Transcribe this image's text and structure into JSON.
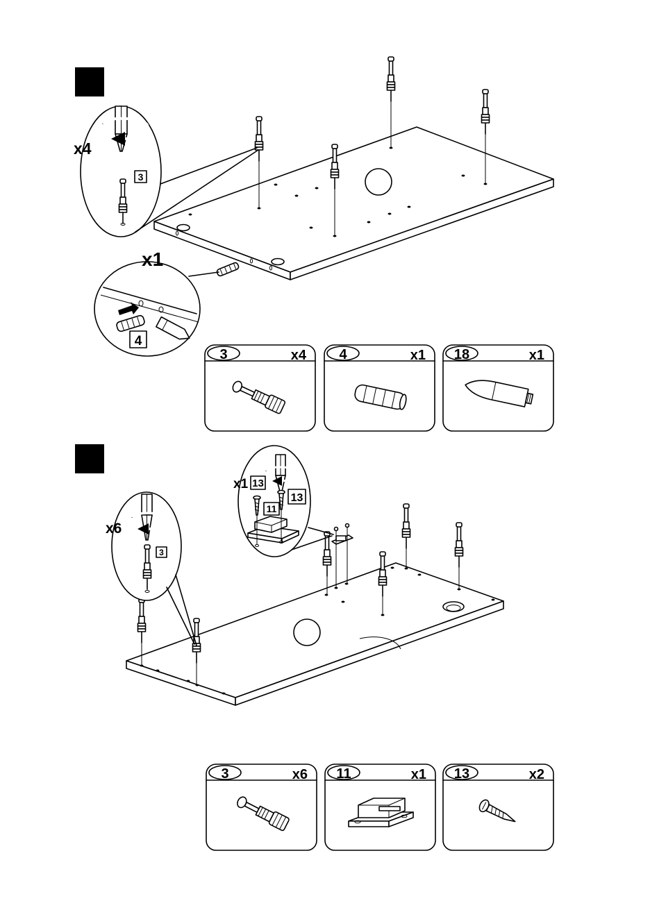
{
  "steps": [
    {
      "callouts": {
        "cam_qty": "x4",
        "cam_part": "3",
        "dowel_qty": "x1",
        "dowel_part": "4"
      },
      "parts": [
        {
          "number": "3",
          "qty": "x4",
          "icon": "cam-bolt-icon"
        },
        {
          "number": "4",
          "qty": "x1",
          "icon": "wooden-dowel-icon"
        },
        {
          "number": "18",
          "qty": "x1",
          "icon": "hammer-tool-icon"
        }
      ]
    },
    {
      "callouts": {
        "cam_qty": "x6",
        "cam_part": "3",
        "catch_qty": "x1",
        "catch_screw_left": "13",
        "catch_screw_right": "13",
        "catch_part": "11"
      },
      "parts": [
        {
          "number": "3",
          "qty": "x6",
          "icon": "cam-bolt-icon"
        },
        {
          "number": "11",
          "qty": "x1",
          "icon": "magnetic-catch-icon"
        },
        {
          "number": "13",
          "qty": "x2",
          "icon": "wood-screw-icon"
        }
      ]
    }
  ]
}
